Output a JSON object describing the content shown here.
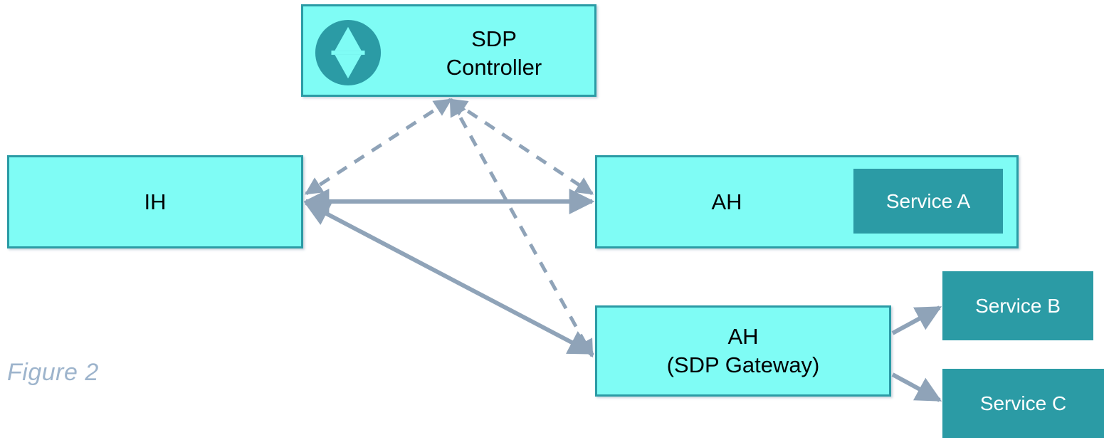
{
  "figure": {
    "caption": "Figure 2",
    "caption_color": "#9db4cc"
  },
  "palette": {
    "node_fill": "#7ffcf5",
    "node_border": "#2b9ba5",
    "service_fill": "#2b9ba5",
    "service_text": "#ffffff",
    "edge_color": "#8fa3b8",
    "text": "#000000",
    "background": "#ffffff"
  },
  "nodes": {
    "controller": {
      "label": "SDP\nController",
      "icon": "up-down-arrow-icon"
    },
    "ih": {
      "label": "IH"
    },
    "ah": {
      "label": "AH"
    },
    "service_a": {
      "label": "Service A"
    },
    "ah_gateway": {
      "label": "AH\n(SDP Gateway)"
    },
    "service_b": {
      "label": "Service B"
    },
    "service_c": {
      "label": "Service C"
    }
  },
  "edges": [
    {
      "id": "controller-to-ih",
      "from": "controller",
      "to": "ih",
      "style": "dashed",
      "arrow": "both"
    },
    {
      "id": "controller-to-ah",
      "from": "controller",
      "to": "ah",
      "style": "dashed",
      "arrow": "both"
    },
    {
      "id": "controller-to-gateway",
      "from": "controller",
      "to": "ah_gateway",
      "style": "dashed",
      "arrow": "both"
    },
    {
      "id": "ih-to-ah",
      "from": "ih",
      "to": "ah",
      "style": "solid",
      "arrow": "both"
    },
    {
      "id": "ih-to-gateway",
      "from": "ih",
      "to": "ah_gateway",
      "style": "solid",
      "arrow": "both"
    },
    {
      "id": "gateway-to-service-b",
      "from": "ah_gateway",
      "to": "service_b",
      "style": "solid",
      "arrow": "end"
    },
    {
      "id": "gateway-to-service-c",
      "from": "ah_gateway",
      "to": "service_c",
      "style": "solid",
      "arrow": "end"
    }
  ]
}
